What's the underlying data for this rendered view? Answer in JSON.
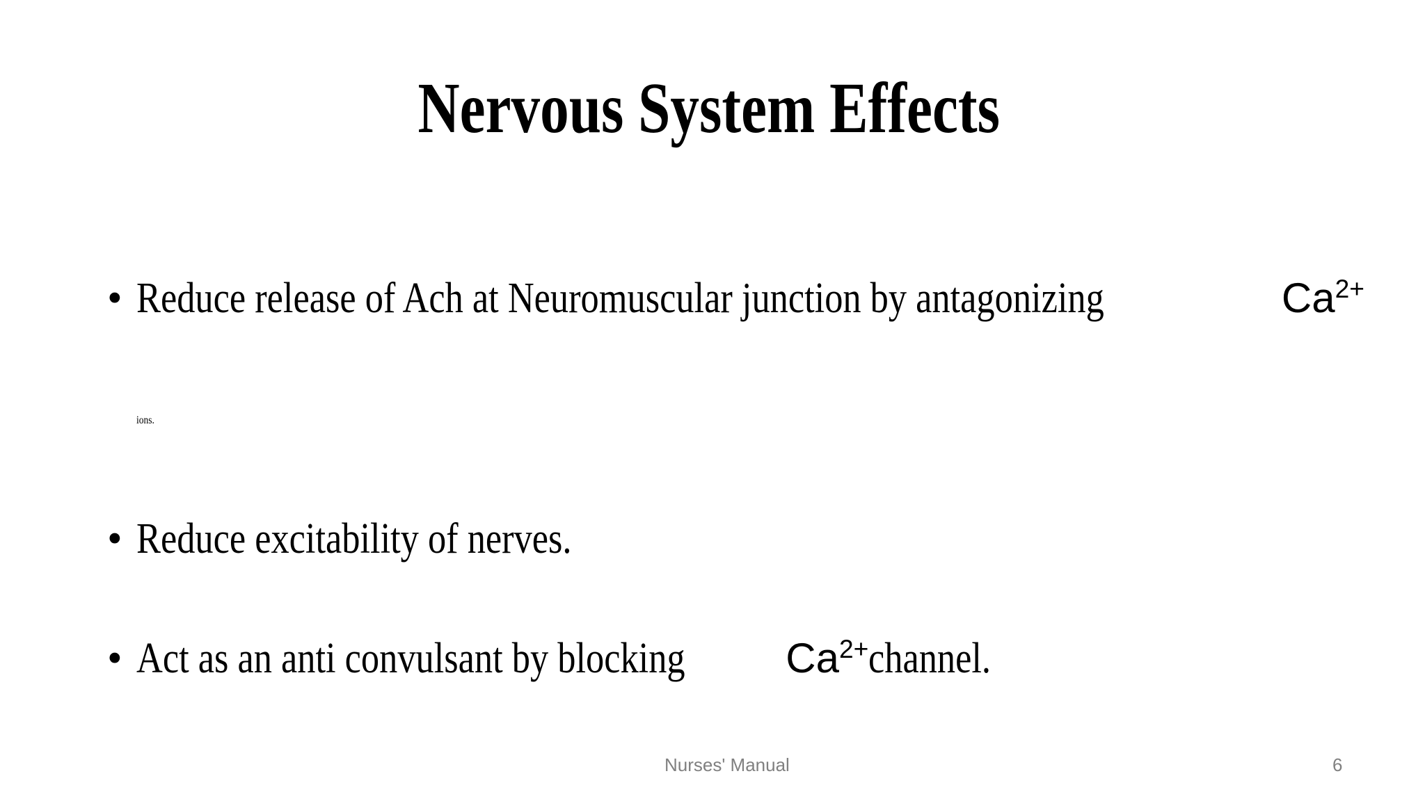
{
  "slide": {
    "background_color": "#ffffff",
    "text_color": "#000000",
    "title": "Nervous System Effects"
  },
  "body": {
    "bullet_marker": "•",
    "items": [
      {
        "id": "bullet-1",
        "lead": "Reduce release of Ach at Neuromuscular junction by antagonizing ",
        "formula": "Ca",
        "formula_sup": "2+",
        "trail": "",
        "wrapped_line": "ions."
      },
      {
        "id": "bullet-2",
        "lead": "Reduce excitability of nerves.",
        "formula": "",
        "formula_sup": "",
        "trail": "",
        "wrapped_line": ""
      },
      {
        "id": "bullet-3",
        "lead": "Act as an anti convulsant by blocking ",
        "formula": "Ca",
        "formula_sup": "2+",
        "trail": " channel.",
        "wrapped_line": ""
      }
    ]
  },
  "footer": {
    "label": "Nurses' Manual",
    "slide_number": "6",
    "text_color": "#808080"
  }
}
